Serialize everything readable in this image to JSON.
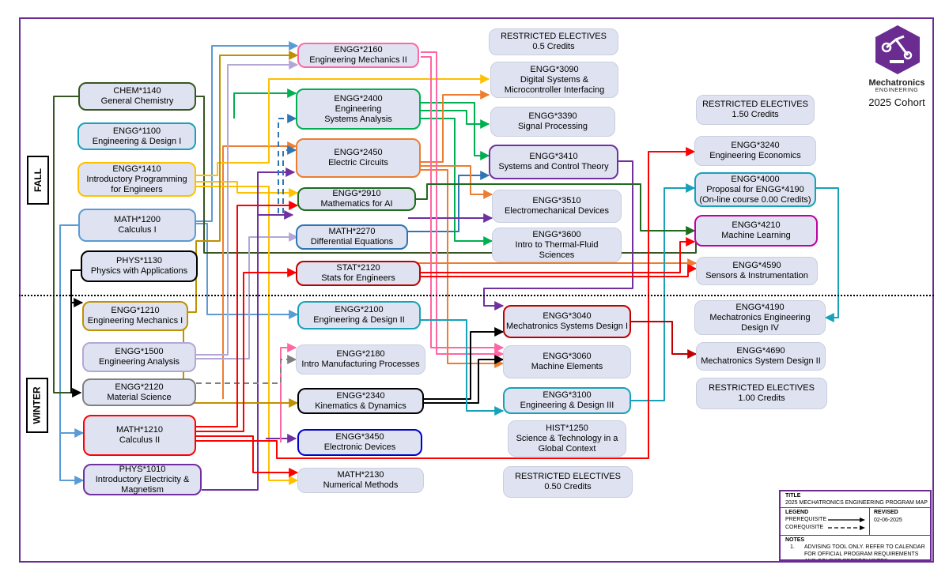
{
  "terms": {
    "fall": "FALL",
    "winter": "WINTER"
  },
  "logo": {
    "title": "Mechatronics",
    "subtitle": "ENGINEERING",
    "cohort": "2025 Cohort",
    "color": "#6a2c91"
  },
  "courses": {
    "chem1140": {
      "l1": "CHEM*1140",
      "l2": "General Chemistry"
    },
    "engg1100": {
      "l1": "ENGG*1100",
      "l2": "Engineering & Design I"
    },
    "engg1410": {
      "l1": "ENGG*1410",
      "l2": "Introductory Programming",
      "l3": "for Engineers"
    },
    "math1200": {
      "l1": "MATH*1200",
      "l2": "Calculus I"
    },
    "phys1130": {
      "l1": "PHYS*1130",
      "l2": "Physics with Applications"
    },
    "engg1210": {
      "l1": "ENGG*1210",
      "l2": "Engineering Mechanics I"
    },
    "engg1500": {
      "l1": "ENGG*1500",
      "l2": "Engineering Analysis"
    },
    "engg2120": {
      "l1": "ENGG*2120",
      "l2": "Material Science"
    },
    "math1210": {
      "l1": "MATH*1210",
      "l2": "Calculus II"
    },
    "phys1010": {
      "l1": "PHYS*1010",
      "l2": "Introductory Electricity &",
      "l3": "Magnetism"
    },
    "engg2160": {
      "l1": "ENGG*2160",
      "l2": "Engineering Mechanics II"
    },
    "engg2400": {
      "l1": "ENGG*2400",
      "l2": "Engineering",
      "l3": "Systems Analysis"
    },
    "engg2450": {
      "l1": "ENGG*2450",
      "l2": "Electric Circuits"
    },
    "engg2910": {
      "l1": "ENGG*2910",
      "l2": "Mathematics for AI"
    },
    "math2270": {
      "l1": "MATH*2270",
      "l2": "Differential Equations"
    },
    "stat2120": {
      "l1": "STAT*2120",
      "l2": "Stats for Engineers"
    },
    "engg2100": {
      "l1": "ENGG*2100",
      "l2": "Engineering & Design II"
    },
    "engg2180": {
      "l1": "ENGG*2180",
      "l2": "Intro Manufacturing Processes"
    },
    "engg2340": {
      "l1": "ENGG*2340",
      "l2": "Kinematics & Dynamics"
    },
    "engg3450": {
      "l1": "ENGG*3450",
      "l2": "Electronic Devices"
    },
    "math2130": {
      "l1": "MATH*2130",
      "l2": "Numerical Methods"
    },
    "re05a": {
      "l1": "RESTRICTED ELECTIVES",
      "l2": "0.5 Credits"
    },
    "engg3090": {
      "l1": "ENGG*3090",
      "l2": "Digital Systems &",
      "l3": "Microcontroller Interfacing"
    },
    "engg3390": {
      "l1": "ENGG*3390",
      "l2": "Signal Processing"
    },
    "engg3410": {
      "l1": "ENGG*3410",
      "l2": "Systems and Control Theory"
    },
    "engg3510": {
      "l1": "ENGG*3510",
      "l2": "Electromechanical Devices"
    },
    "engg3600": {
      "l1": "ENGG*3600",
      "l2": "Intro to Thermal-Fluid",
      "l3": "Sciences"
    },
    "engg3040": {
      "l1": "ENGG*3040",
      "l2": "Mechatronics Systems Design I"
    },
    "engg3060": {
      "l1": "ENGG*3060",
      "l2": "Machine Elements"
    },
    "engg3100": {
      "l1": "ENGG*3100",
      "l2": "Engineering & Design III"
    },
    "hist1250": {
      "l1": "HIST*1250",
      "l2": "Science & Technology in a",
      "l3": "Global Context"
    },
    "re050b": {
      "l1": "RESTRICTED ELECTIVES",
      "l2": "0.50 Credits"
    },
    "re150": {
      "l1": "RESTRICTED ELECTIVES",
      "l2": "1.50 Credits"
    },
    "engg3240": {
      "l1": "ENGG*3240",
      "l2": "Engineering Economics"
    },
    "engg4000": {
      "l1": "ENGG*4000",
      "l2": "Proposal for ENGG*4190",
      "l3": "(On-line course 0.00 Credits)"
    },
    "engg4210": {
      "l1": "ENGG*4210",
      "l2": "Machine Learning"
    },
    "engg4590": {
      "l1": "ENGG*4590",
      "l2": "Sensors & Instrumentation"
    },
    "engg4190": {
      "l1": "ENGG*4190",
      "l2": "Mechatronics Engineering",
      "l3": "Design IV"
    },
    "engg4690": {
      "l1": "ENGG*4690",
      "l2": "Mechatronics System Design II"
    },
    "re100": {
      "l1": "RESTRICTED ELECTIVES",
      "l2": "1.00 Credits"
    }
  },
  "title_block": {
    "title_label": "TITLE",
    "title": "2025 MECHATRONICS ENGINEERING PROGRAM MAP",
    "legend_label": "LEGEND",
    "prereq": "PREREQUISITE",
    "coreq": "COREQUISITE",
    "revised_label": "REVISED",
    "revised": "02-06-2025",
    "notes_label": "NOTES",
    "note_num": "1.",
    "note": "ADVISING TOOL ONLY. REFER TO CALENDAR FOR OFFICIAL PROGRAM REQUIREMENTS AND COURSE PREREQUISITES"
  }
}
